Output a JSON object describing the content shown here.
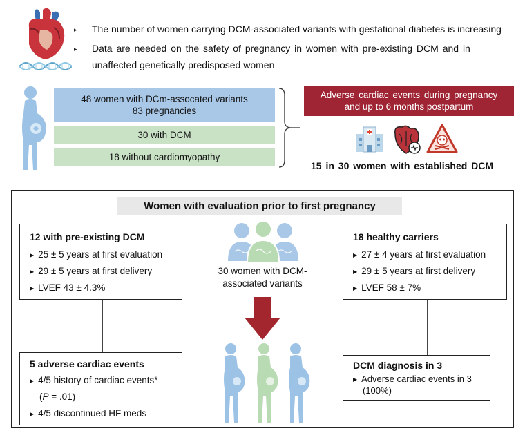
{
  "intro": {
    "bullets": [
      "The number of women carrying DCM-associated variants with gestational diabetes is increasing",
      "Data are needed on the safety of pregnancy in women with pre-existing DCM and in",
      "unaffected genetically predisposed women"
    ]
  },
  "cohort": {
    "total_line1": "48 women with DCm-assocated variants",
    "total_line2": "83 pregnancies",
    "dcm": "30 with DCM",
    "no_cm": "18 without cardiomyopathy"
  },
  "outcome": {
    "line1": "Adverse cardiac events during pregnancy",
    "line2": "and up to 6 months postpartum",
    "result": "15 in 30 women with established DCM"
  },
  "evaluation": {
    "title": "Women with evaluation prior to first pregnancy",
    "center_line1": "30 women with DCM-",
    "center_line2": "associated variants",
    "left": {
      "title": "12 with pre-existing DCM",
      "items": [
        "25 ± 5 years at first evaluation",
        "29 ± 5 years at first delivery",
        "LVEF 43 ± 4.3%"
      ]
    },
    "right": {
      "title": "18 healthy carriers",
      "items": [
        "27 ± 4 years at first evaluation",
        "29 ± 5 years at first delivery",
        "LVEF 58 ± 7%"
      ]
    },
    "left_bottom": {
      "title": "5 adverse cardiac events",
      "item1": "4/5 history of cardiac events*",
      "pvalue_prefix": "(",
      "pvalue_p": "P",
      "pvalue_rest": " = .01)",
      "item2": "4/5 discontinued  HF meds"
    },
    "right_bottom": {
      "title": "DCM diagnosis in 3",
      "item1": "Adverse cardiac events in 3",
      "item1b": "(100%)"
    }
  },
  "colors": {
    "blue_box": "#a9c8e8",
    "green_box": "#c9e2c6",
    "red_box": "#9f2434",
    "arrow": "#a3262f",
    "figure_blue": "#9cc3e6",
    "figure_green": "#b9dbb3"
  },
  "icons": [
    "heart-icon",
    "dna-icon",
    "pregnant-woman-icon",
    "hospital-icon",
    "heart-monitor-icon",
    "skull-warning-icon",
    "group-people-icon",
    "down-arrow-icon"
  ]
}
